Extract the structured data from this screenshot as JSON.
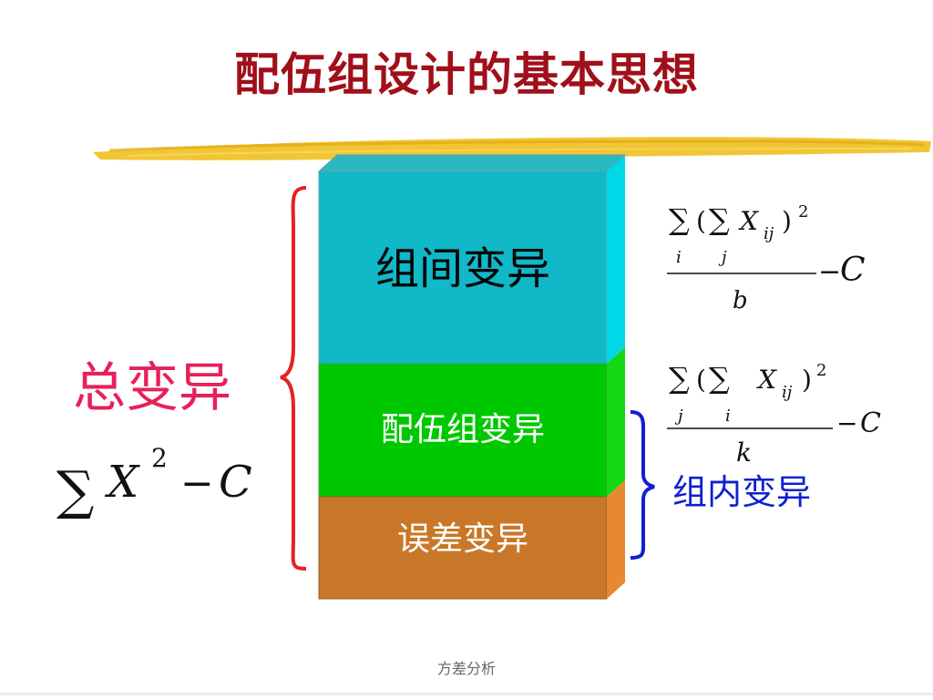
{
  "title": "配伍组设计的基本思想",
  "segments": {
    "between": "组间变异",
    "match": "配伍组变异",
    "error": "误差变异"
  },
  "total": {
    "label": "总变异",
    "formula": {
      "sum": "∑",
      "var": "X",
      "exp": "2",
      "minus": "−",
      "const": "C"
    }
  },
  "within": {
    "label": "组内变异"
  },
  "formula_between": {
    "sum1": "∑",
    "paren_open": "(",
    "sum2": "∑",
    "var": "X",
    "sub": "ij",
    "paren_close": ")",
    "exp": "2",
    "idx1": "i",
    "idx2": "j",
    "denominator": "b",
    "minus": "−",
    "const": "C"
  },
  "formula_match": {
    "sum1": "∑",
    "paren_open": "(",
    "sum2": "∑",
    "var": "X",
    "sub": "ij",
    "paren_close": ")",
    "exp": "2",
    "idx1": "j",
    "idx2": "i",
    "denominator": "k",
    "minus": "−",
    "const": "C"
  },
  "footer": "方差分析",
  "colors": {
    "title": "#a0101a",
    "between": "#10b8c8",
    "match": "#00c800",
    "error": "#c87828",
    "total": "#e8205a",
    "within": "#1020d0",
    "bracket_total": "#e82020",
    "bracket_within": "#1020d0"
  }
}
